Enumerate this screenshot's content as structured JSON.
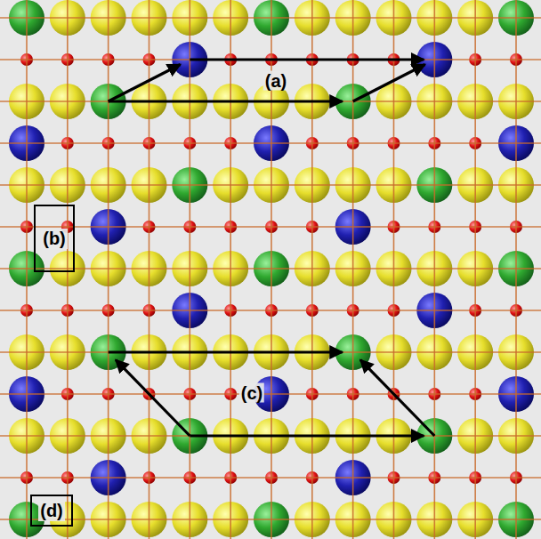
{
  "diagram": {
    "nodes": [
      {
        "text": [
          "(b)"
        ]
      },
      {
        "text": [
          "(d)"
        ]
      }
    ],
    "labels": [
      "(a)",
      "(c)"
    ]
  }
}
